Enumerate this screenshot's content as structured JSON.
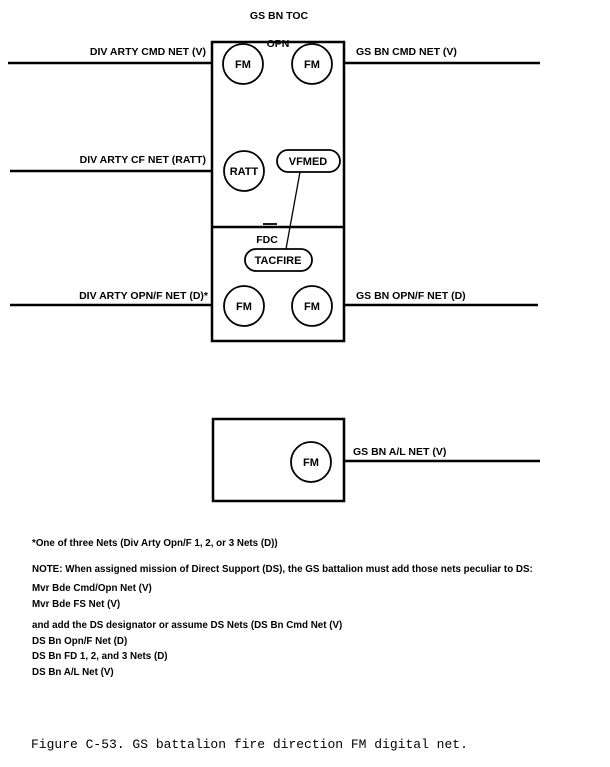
{
  "toc_title": "GS BN TOC",
  "sections": {
    "opn": "OPN",
    "fdc": "FDC"
  },
  "nodes": {
    "fm_opn_left": "FM",
    "fm_opn_right": "FM",
    "ratt": "RATT",
    "vfmed": "VFMED",
    "tacfire": "TACFIRE",
    "fm_fdc_left": "FM",
    "fm_fdc_right": "FM",
    "fm_al": "FM"
  },
  "nets": {
    "div_arty_cmd": "DIV ARTY CMD NET (V)",
    "gs_bn_cmd": "GS BN CMD NET (V)",
    "div_arty_cf": "DIV ARTY CF NET (RATT)",
    "div_arty_opnf": "DIV ARTY OPN/F NET (D)*",
    "gs_bn_opnf": "GS BN OPN/F NET (D)",
    "gs_bn_al": "GS BN A/L NET (V)"
  },
  "notes": {
    "footnote": "*One of three Nets (Div Arty Opn/F 1, 2, or 3 Nets (D))",
    "note": "NOTE: When assigned mission of Direct Support (DS), the GS battalion must add those nets peculiar to DS:",
    "add_nets": [
      "Mvr Bde Cmd/Opn Net (V)",
      "Mvr Bde FS Net (V)"
    ],
    "ds_intro": "and add the DS designator or assume DS Nets (DS Bn Cmd Net (V)",
    "ds_nets": [
      "DS Bn Opn/F Net (D)",
      "DS Bn FD 1, 2, and 3 Nets (D)",
      "DS Bn A/L Net (V)"
    ]
  },
  "caption": "Figure C-53. GS battalion fire direction FM digital net."
}
